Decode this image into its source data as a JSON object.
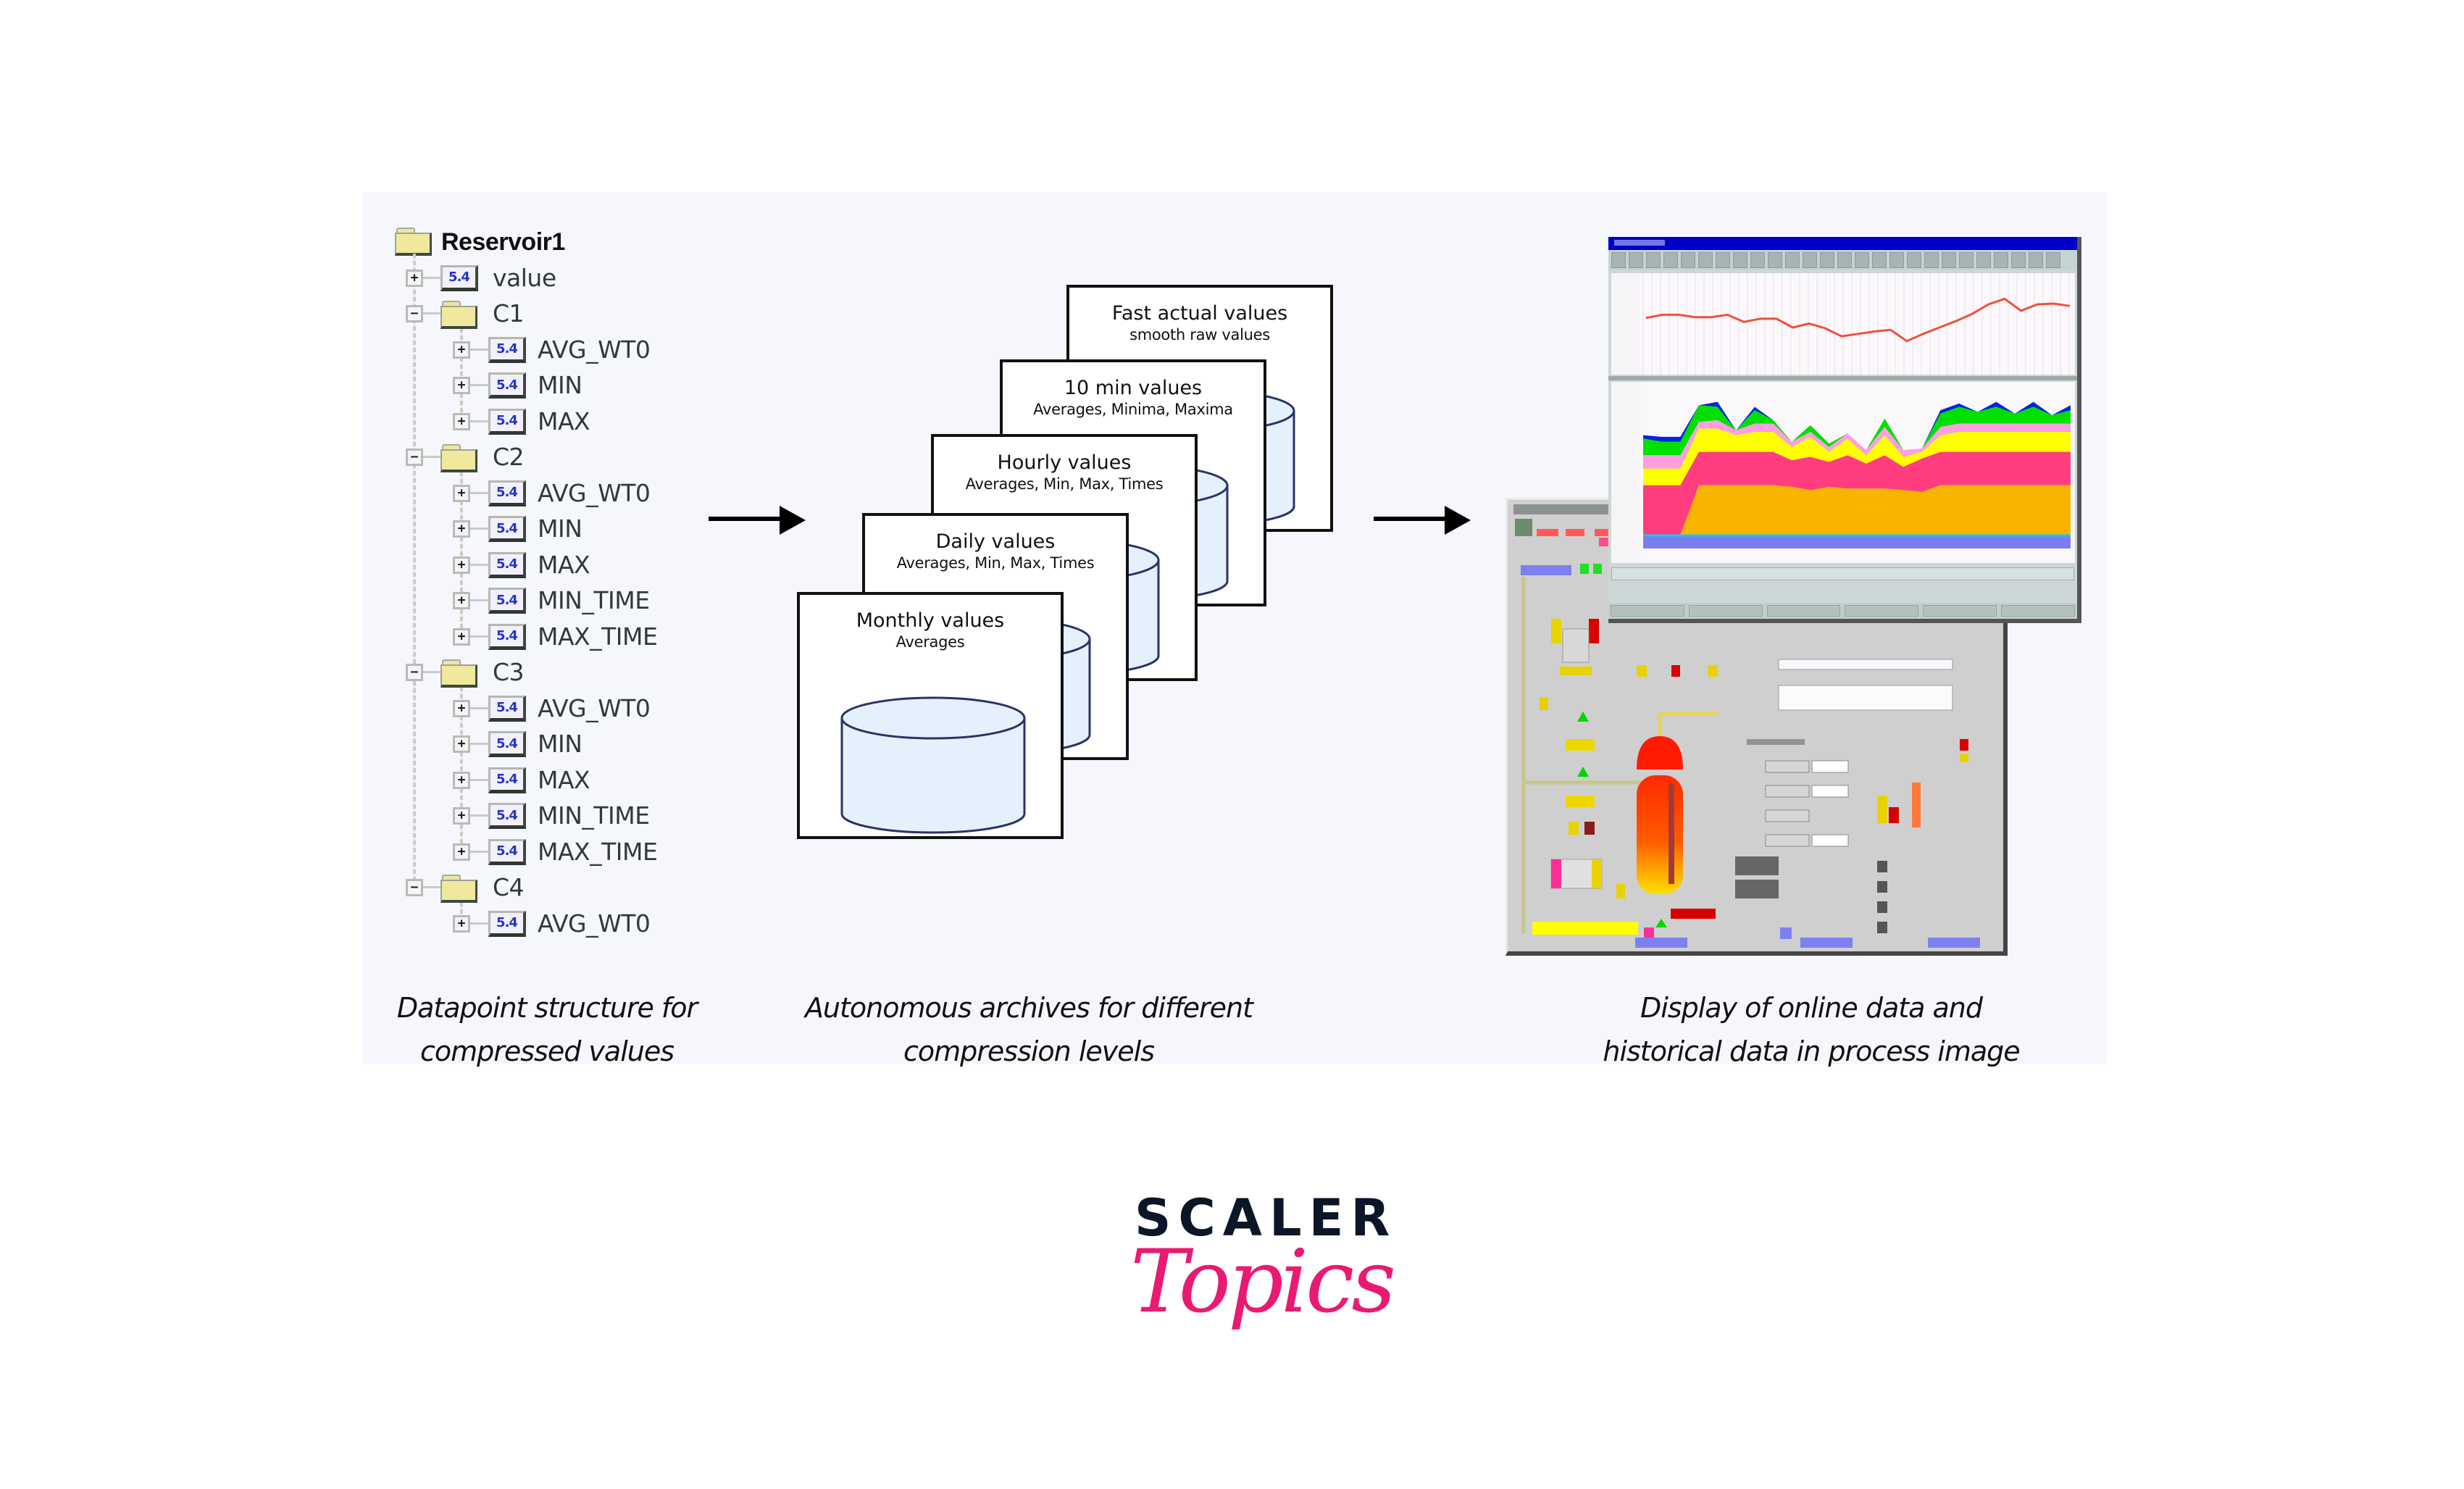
{
  "tree": {
    "root": "Reservoir1",
    "rows": [
      {
        "label": "value",
        "level": 1,
        "kind": "datapoint",
        "expander": "+"
      },
      {
        "label": "C1",
        "level": 1,
        "kind": "folder",
        "expander": "-"
      },
      {
        "label": "AVG_WT0",
        "level": 2,
        "kind": "datapoint",
        "expander": "+"
      },
      {
        "label": "MIN",
        "level": 2,
        "kind": "datapoint",
        "expander": "+"
      },
      {
        "label": "MAX",
        "level": 2,
        "kind": "datapoint",
        "expander": "+"
      },
      {
        "label": "C2",
        "level": 1,
        "kind": "folder",
        "expander": "-"
      },
      {
        "label": "AVG_WT0",
        "level": 2,
        "kind": "datapoint",
        "expander": "+"
      },
      {
        "label": "MIN",
        "level": 2,
        "kind": "datapoint",
        "expander": "+"
      },
      {
        "label": "MAX",
        "level": 2,
        "kind": "datapoint",
        "expander": "+"
      },
      {
        "label": "MIN_TIME",
        "level": 2,
        "kind": "datapoint",
        "expander": "+"
      },
      {
        "label": "MAX_TIME",
        "level": 2,
        "kind": "datapoint",
        "expander": "+"
      },
      {
        "label": "C3",
        "level": 1,
        "kind": "folder",
        "expander": "-"
      },
      {
        "label": "AVG_WT0",
        "level": 2,
        "kind": "datapoint",
        "expander": "+"
      },
      {
        "label": "MIN",
        "level": 2,
        "kind": "datapoint",
        "expander": "+"
      },
      {
        "label": "MAX",
        "level": 2,
        "kind": "datapoint",
        "expander": "+"
      },
      {
        "label": "MIN_TIME",
        "level": 2,
        "kind": "datapoint",
        "expander": "+"
      },
      {
        "label": "MAX_TIME",
        "level": 2,
        "kind": "datapoint",
        "expander": "+"
      },
      {
        "label": "C4",
        "level": 1,
        "kind": "folder",
        "expander": "-"
      },
      {
        "label": "AVG_WT0",
        "level": 2,
        "kind": "datapoint",
        "expander": "+"
      }
    ],
    "datapoint_icon_text": "5.4"
  },
  "archives": [
    {
      "title": "Fast actual values",
      "subtitle": "smooth raw values"
    },
    {
      "title": "10 min values",
      "subtitle": "Averages, Minima, Maxima"
    },
    {
      "title": "Hourly values",
      "subtitle": "Averages, Min, Max, Times"
    },
    {
      "title": "Daily values",
      "subtitle": "Averages, Min, Max, Times"
    },
    {
      "title": "Monthly values",
      "subtitle": "Averages"
    }
  ],
  "captions": {
    "left": [
      "Datapoint structure for",
      "compressed values"
    ],
    "middle": [
      "Autonomous archives for different",
      "compression levels"
    ],
    "right": [
      "Display of online data and",
      "historical data in process image"
    ]
  },
  "colors": {
    "panel_bg": "#f6f7fd",
    "cylinder_fill": "#e4f1fd",
    "cylinder_stroke": "#2b3366",
    "trend_line": "#f0503c",
    "stack_colors": [
      "#7b7ef0",
      "#f7b400",
      "#ff3d7f",
      "#ffff00",
      "#ff9ee0",
      "#00e000",
      "#0026d9"
    ],
    "brand_dark": "#0b1628",
    "brand_pink": "#e91a72"
  },
  "logo": {
    "word1": "SCALER",
    "word2": "Topics"
  }
}
